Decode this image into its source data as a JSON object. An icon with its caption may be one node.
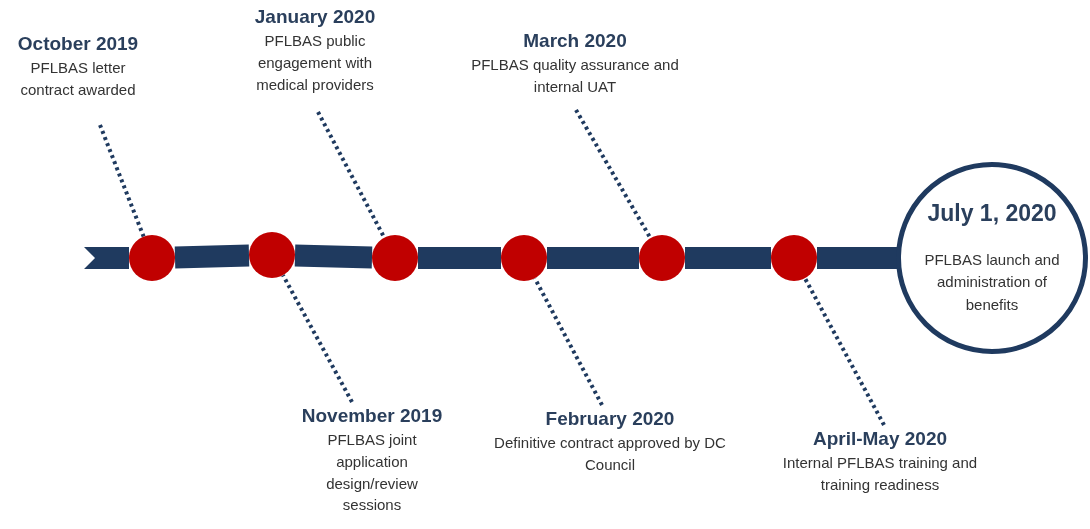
{
  "diagram": {
    "nodes": [
      {
        "text": [
          "October 2019",
          "PFLBAS letter contract awarded"
        ]
      },
      {
        "text": [],
        "shape": "circle"
      },
      {
        "text": [
          "November 2019",
          "PFLBAS joint application design/review sessions"
        ]
      },
      {
        "text": [],
        "shape": "circle"
      },
      {
        "text": [
          "January 2020",
          "PFLBAS public engagement with medical providers"
        ]
      },
      {
        "text": [],
        "shape": "circle"
      },
      {
        "text": [
          "February 2020",
          "Definitive contract approved by DC Council"
        ]
      },
      {
        "text": [],
        "shape": "circle"
      },
      {
        "text": [
          "March 2020",
          "PFLBAS quality assurance and internal UAT"
        ]
      },
      {
        "text": [],
        "shape": "circle"
      },
      {
        "text": [
          "April-May 2020",
          "Internal PFLBAS training and training readiness"
        ]
      },
      {
        "text": [],
        "shape": "circle"
      },
      {
        "text": [
          "July 1, 2020",
          "PFLBAS launch and administration of benefits"
        ]
      }
    ],
    "edges": [
      {
        "from": 0,
        "to": 1,
        "arrow": "none",
        "style": "dashed"
      },
      {
        "from": 2,
        "to": 3,
        "arrow": "none",
        "style": "dashed"
      },
      {
        "from": 4,
        "to": 5,
        "arrow": "none",
        "style": "dashed"
      },
      {
        "from": 6,
        "to": 7,
        "arrow": "none",
        "style": "dashed"
      },
      {
        "from": 8,
        "to": 9,
        "arrow": "none",
        "style": "dashed"
      },
      {
        "from": 10,
        "to": 11,
        "arrow": "none",
        "style": "dashed"
      },
      {
        "from": 1,
        "to": null,
        "arrow": "other"
      },
      {
        "from": 1,
        "to": 3,
        "arrow": "none"
      },
      {
        "from": 3,
        "to": 5,
        "arrow": "none"
      },
      {
        "from": 5,
        "to": 7,
        "arrow": "none"
      },
      {
        "from": 7,
        "to": 9,
        "arrow": "none"
      },
      {
        "from": 9,
        "to": 11,
        "arrow": "none"
      },
      {
        "from": 11,
        "to": 12,
        "arrow": "none"
      }
    ]
  }
}
